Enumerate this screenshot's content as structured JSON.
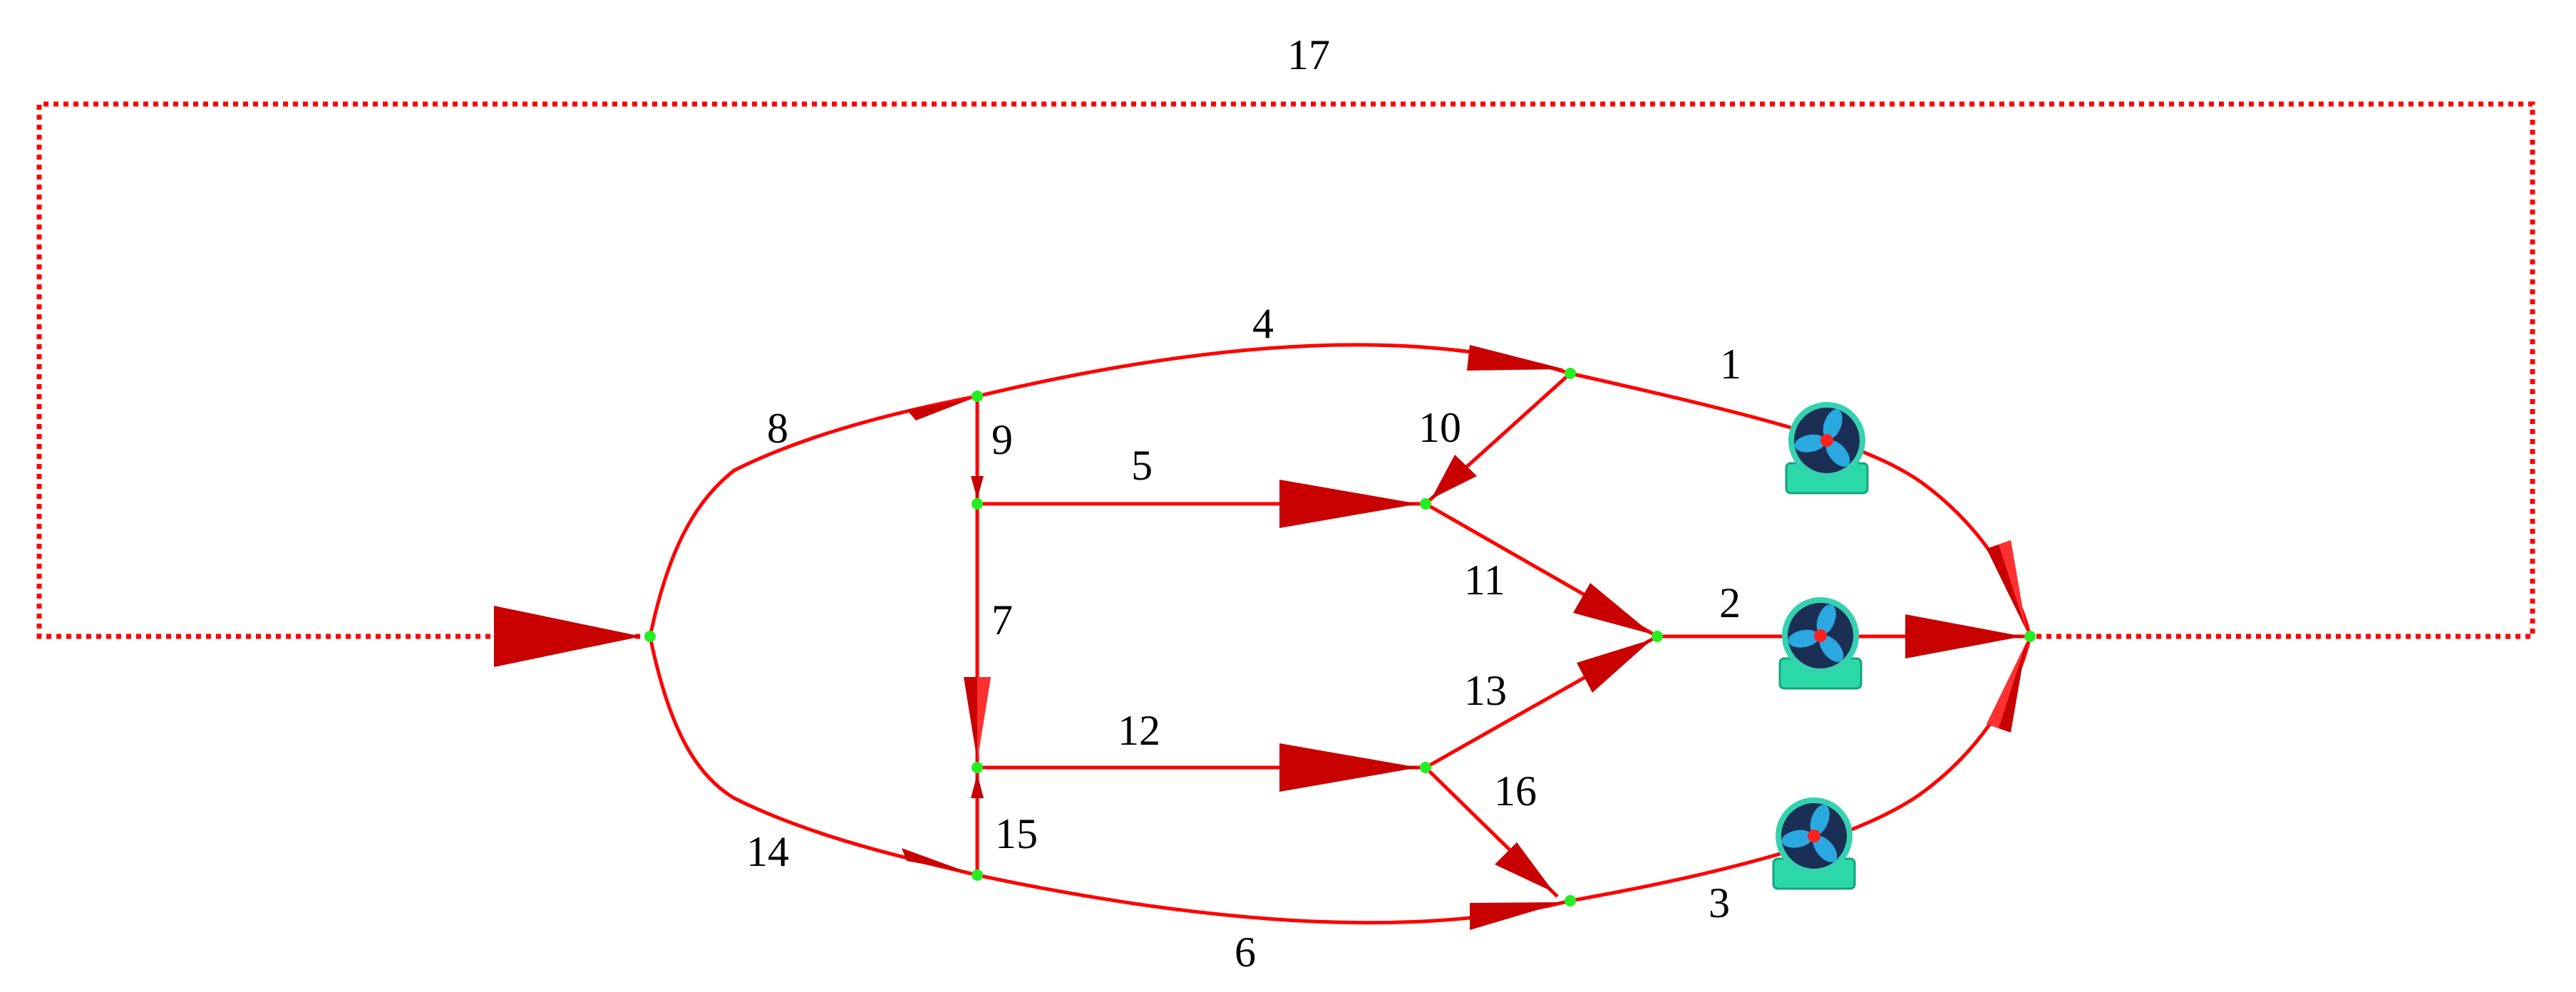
{
  "diagram": {
    "colors": {
      "edge": "#ff0000",
      "arrow": "#c80000",
      "node": "#22ee22",
      "fan_body": "#2bd9a8",
      "fan_ring": "#1b2f55"
    },
    "edge_labels": {
      "e1": "1",
      "e2": "2",
      "e3": "3",
      "e4": "4",
      "e5": "5",
      "e6": "6",
      "e7": "7",
      "e8": "8",
      "e9": "9",
      "e10": "10",
      "e11": "11",
      "e12": "12",
      "e13": "13",
      "e14": "14",
      "e15": "15",
      "e16": "16",
      "e17": "17"
    },
    "icons": {
      "fan": "fan-icon"
    }
  }
}
